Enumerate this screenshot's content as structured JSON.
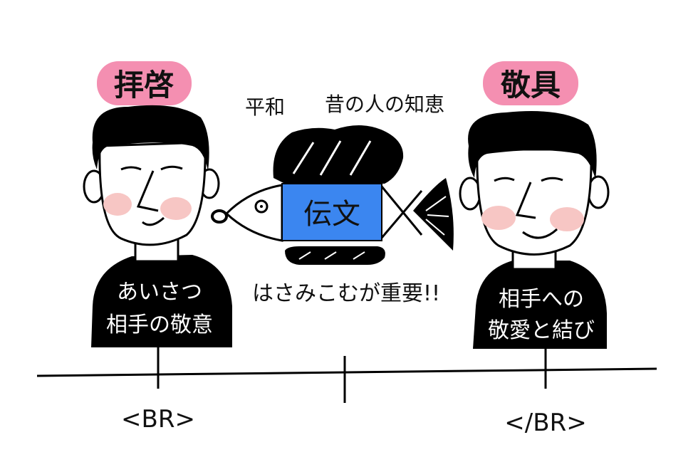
{
  "left_person": {
    "header": "拝啓",
    "shirt_line1": "あいさつ",
    "shirt_line2": "相手の敬意",
    "tag": "<BR>"
  },
  "right_person": {
    "header": "敬具",
    "shirt_line1": "相手への",
    "shirt_line2": "敬愛と結び",
    "tag": "</BR>"
  },
  "center": {
    "caption_left": "平和",
    "caption_right": "昔の人の知恵",
    "body_label": "伝文",
    "caption_bottom": "はさみこむが重要!!"
  },
  "colors": {
    "accent_pink": "#f48fb1",
    "cheek_pink": "#f7c6c4",
    "body_blue": "#3b86f0",
    "ink": "#111111"
  }
}
